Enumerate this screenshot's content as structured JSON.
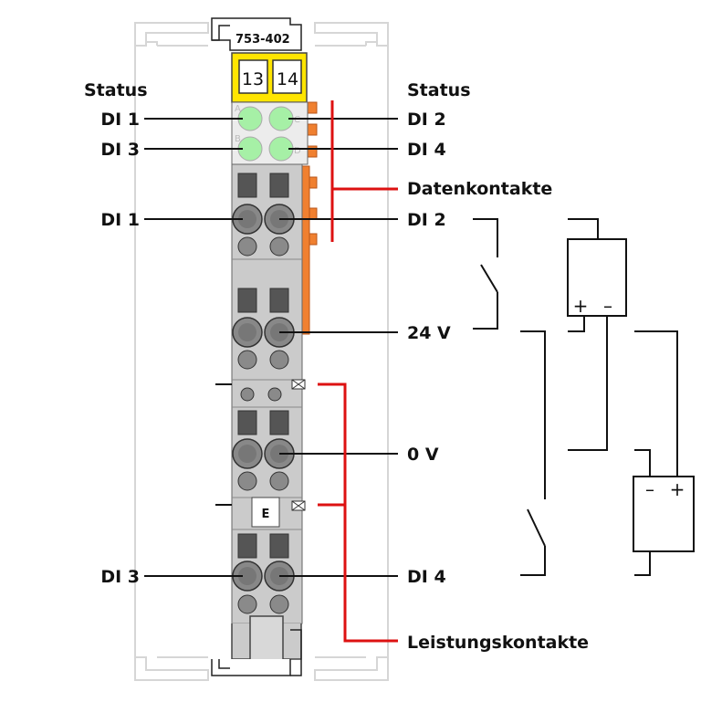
{
  "module": {
    "part_number": "753-402",
    "terminal_numbers": [
      "13",
      "14"
    ],
    "led_letters": [
      "A",
      "B",
      "C",
      "D"
    ],
    "marker": "E"
  },
  "labels": {
    "status_left": "Status",
    "status_right": "Status",
    "di1_led": "DI 1",
    "di3_led": "DI 3",
    "di2_led": "DI 2",
    "di4_led": "DI 4",
    "data_contacts": "Datenkontakte",
    "di1_term": "DI 1",
    "di2_term": "DI 2",
    "v24": "24 V",
    "v0": "0 V",
    "di3_term": "DI 3",
    "di4_term": "DI 4",
    "power_contacts": "Leistungskontakte"
  },
  "supply": {
    "plus": "+",
    "minus": "–"
  },
  "colors": {
    "module_gray": "#cbcbcb",
    "yellow": "#ffe500",
    "led_green": "#a6f0a6",
    "orange_contacts": "#f08030",
    "red_bracket": "#dd1111",
    "outline_light": "#d6d6d6"
  }
}
